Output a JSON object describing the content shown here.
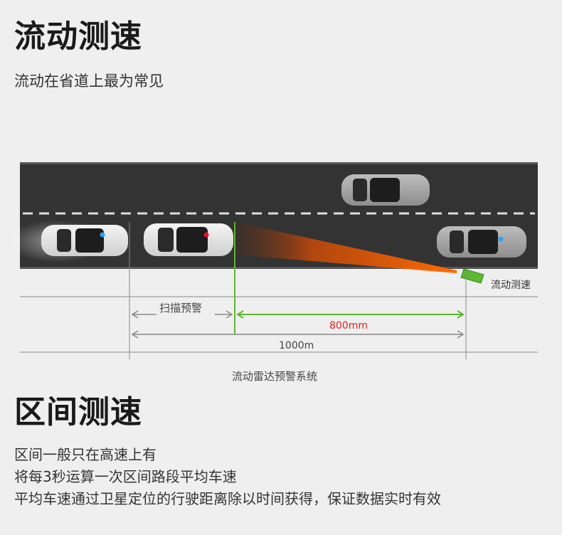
{
  "section1": {
    "title": "流动测速",
    "subtitle": "流动在省道上最为常见"
  },
  "diagram": {
    "radar_label": "流动测速",
    "scan_label": "扫描预警",
    "distance_green": "800mm",
    "distance_total": "1000m",
    "caption": "流动雷达预警系统",
    "colors": {
      "road": "#333333",
      "green": "#5cb82e",
      "beam": "#ff6a00",
      "red_text": "#e02020",
      "blue_light": "#29a3ff",
      "red_light": "#e8102a"
    }
  },
  "section2": {
    "title": "区间测速",
    "lines": [
      "区间一般只在高速上有",
      "将每3秒运算一次区间路段平均车速",
      "平均车速通过卫星定位的行驶距离除以时间获得，保证数据实时有效"
    ]
  }
}
